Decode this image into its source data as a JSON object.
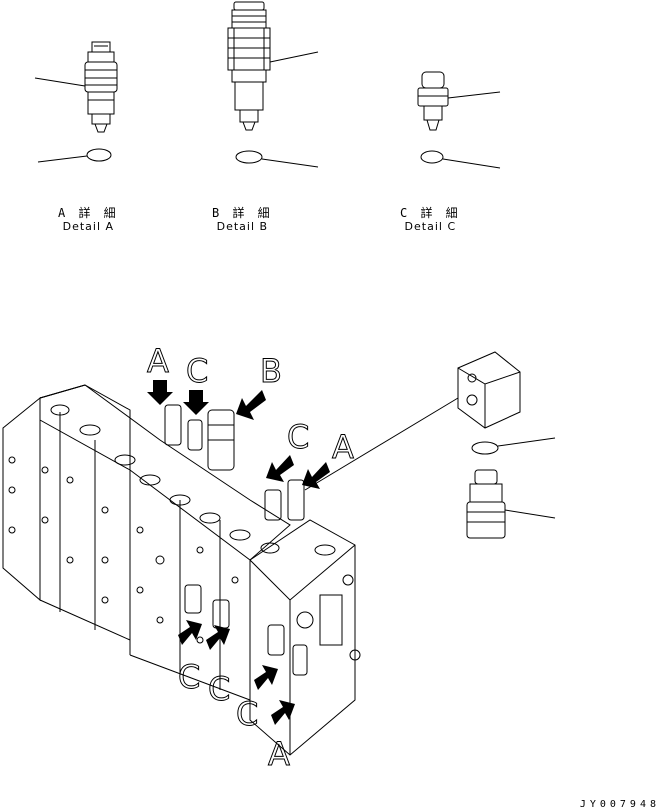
{
  "details": [
    {
      "jp": "A 詳 細",
      "en": "Detail A"
    },
    {
      "jp": "B 詳 細",
      "en": "Detail B"
    },
    {
      "jp": "C 詳 細",
      "en": "Detail C"
    }
  ],
  "callouts": {
    "top_a": "A",
    "top_c": "C",
    "top_b": "B",
    "mid_c": "C",
    "mid_a": "A",
    "low_c1": "C",
    "low_c2": "C",
    "low_c3": "C",
    "bottom_a": "A"
  },
  "doc_id": "JY007948"
}
